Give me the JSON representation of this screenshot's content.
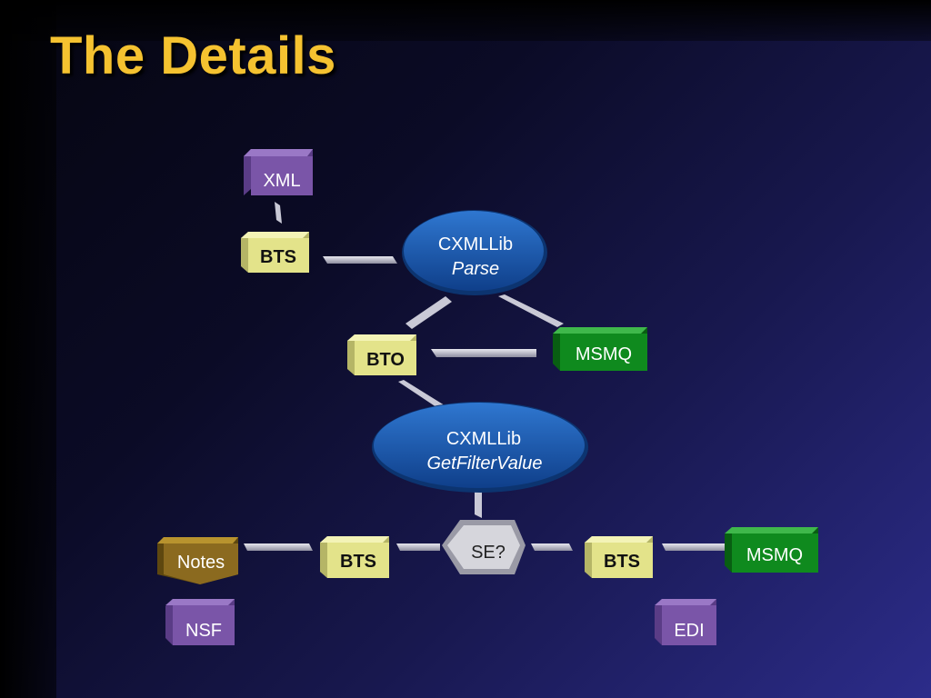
{
  "slide": {
    "title": "The Details"
  },
  "nodes": {
    "xml": "XML",
    "bts_top": "BTS",
    "cxmllib_parse": {
      "line1": "CXMLLib",
      "line2": "Parse"
    },
    "bto": "BTO",
    "msmq_mid": "MSMQ",
    "cxmllib_getfilter": {
      "line1": "CXMLLib",
      "line2": "GetFilterValue"
    },
    "notes": "Notes",
    "bts_left": "BTS",
    "se": "SE?",
    "bts_right": "BTS",
    "msmq_right": "MSMQ",
    "nsf": "NSF",
    "edi": "EDI"
  },
  "colors": {
    "title": "#f5c230",
    "bts_box": "#e3e38a",
    "purple_box": "#7a55a8",
    "green_box": "#0f8a1e",
    "brown_box": "#8b6a1f",
    "oval": "#1d5fb8",
    "connector": "#c9c9d6"
  }
}
